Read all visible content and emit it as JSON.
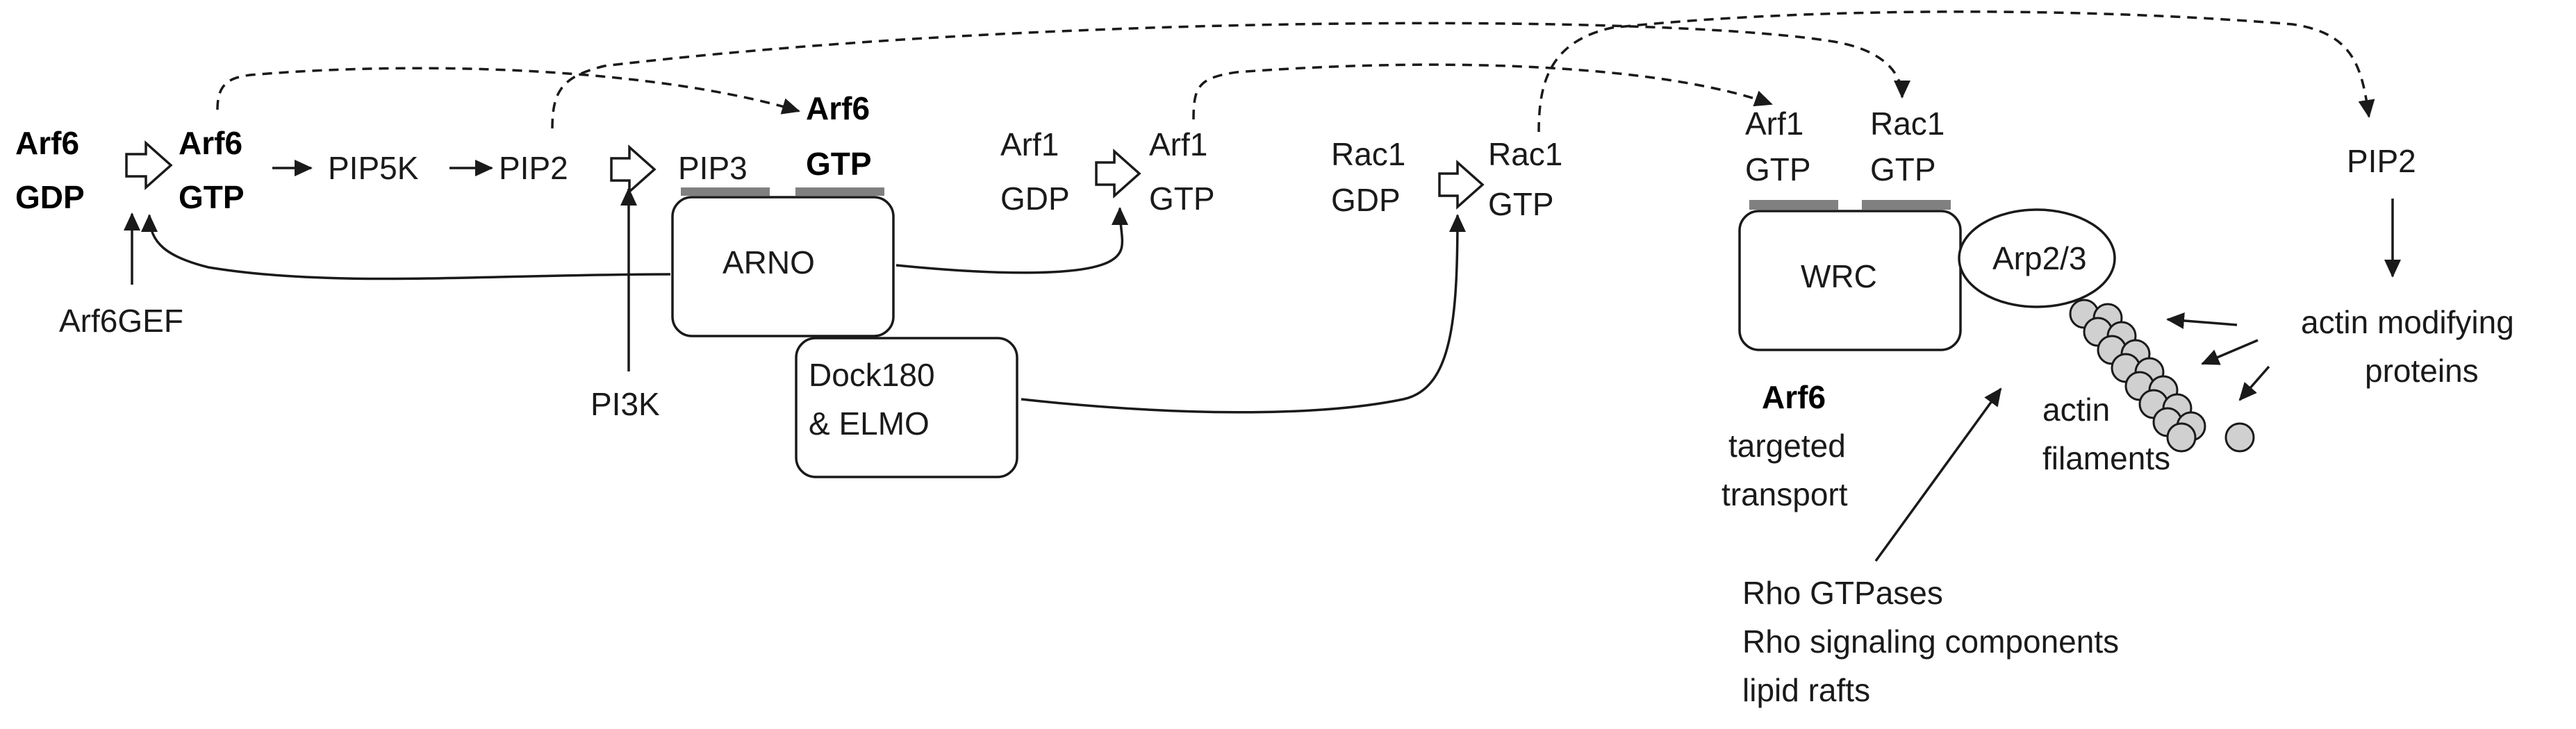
{
  "labels": {
    "arf6_gdp_name": "Arf6",
    "arf6_gdp_state": "GDP",
    "arf6_gtp_name": "Arf6",
    "arf6_gtp_state": "GTP",
    "pip5k": "PIP5K",
    "pip2_left": "PIP2",
    "pip3": "PIP3",
    "arf6_gtp2_name": "Arf6",
    "arf6_gtp2_state": "GTP",
    "arf1_gdp_name": "Arf1",
    "arf1_gdp_state": "GDP",
    "arf1_gtp_name": "Arf1",
    "arf1_gtp_state": "GTP",
    "rac1_gdp_name": "Rac1",
    "rac1_gdp_state": "GDP",
    "rac1_gtp_name": "Rac1",
    "rac1_gtp_state": "GTP",
    "arf1_gtp_wrc_name": "Arf1",
    "arf1_gtp_wrc_state": "GTP",
    "rac1_gtp_wrc_name": "Rac1",
    "rac1_gtp_wrc_state": "GTP",
    "pip2_right": "PIP2",
    "arf6gef": "Arf6GEF",
    "pi3k": "PI3K",
    "arno": "ARNO",
    "dock180_line1": "Dock180",
    "dock180_line2": "& ELMO",
    "wrc": "WRC",
    "arp23": "Arp2/3",
    "actin_mod_line1": "actin modifying",
    "actin_mod_line2": "proteins",
    "actin_fil_line1": "actin",
    "actin_fil_line2": "filaments",
    "arf6_transport_name": "Arf6",
    "arf6_transport_line1": "targeted",
    "arf6_transport_line2": "transport",
    "rho_line1": "Rho GTPases",
    "rho_line2": "Rho signaling components",
    "rho_line3": "lipid rafts"
  },
  "colors": {
    "ink": "#1a1a1a",
    "membrane_bar": "#808080",
    "bead_fill": "#d0d0d0"
  }
}
